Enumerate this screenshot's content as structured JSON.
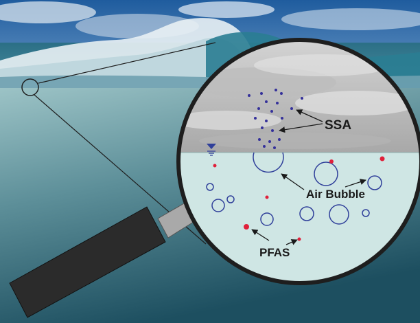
{
  "labels": {
    "ssa": "SSA",
    "air_bubble": "Air Bubble",
    "pfas": "PFAS"
  },
  "colors": {
    "sky": "#2f6fb0",
    "sea_surface": "#5c8ea4",
    "underwater_top": "#8fb7bd",
    "underwater_bottom": "#1f5466",
    "lens_air": "#c8c8c8",
    "lens_water": "#cfe5e3",
    "bubble_stroke": "#2f3f9a",
    "pfas_dot": "#e0203a",
    "ssa_dot": "#34309a",
    "handle": "#2b2b2b",
    "lens_rim": "#1e1e1e"
  },
  "icons": [
    "wave-photo",
    "magnifying-glass-icon",
    "water-level-marker-icon",
    "arrow-icon"
  ]
}
